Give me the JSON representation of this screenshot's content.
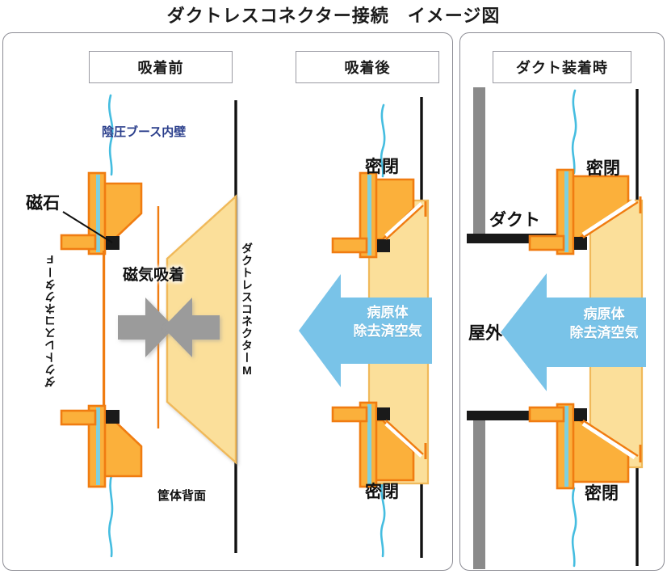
{
  "title": "ダクトレスコネクター接続　イメージ図",
  "panels": {
    "before": {
      "header": "吸着前",
      "labels": {
        "booth_wall": "陰圧ブース内壁",
        "magnet": "磁石",
        "connector_f": "ダクトレスコネクターF",
        "connector_m": "ダクトレスコネクターM",
        "magnetic_attraction": "磁気吸着",
        "housing_back": "筐体背面"
      }
    },
    "after": {
      "header": "吸着後",
      "labels": {
        "sealed_top": "密閉",
        "sealed_bottom": "密閉",
        "air_arrow": "病原体\n除去済空気"
      }
    },
    "duct": {
      "header": "ダクト装着時",
      "labels": {
        "sealed_top": "密閉",
        "sealed_bottom": "密閉",
        "duct": "ダクト",
        "outdoor": "屋外",
        "air_arrow": "病原体\n除去済空気"
      }
    }
  },
  "colors": {
    "connector_orange_fill": "#fbb03b",
    "connector_orange_stroke": "#f07c11",
    "connector_m_fill": "#fbdf9a",
    "connector_m_stroke": "#f0b95a",
    "booth_wall_line": "#45bde0",
    "magnet_black": "#1a1a1a",
    "air_arrow_blue": "#79c3e8",
    "magnet_arrow_gray": "#9b9b9b",
    "duct_black": "#191919",
    "post_gray": "#8a8a8a",
    "panel_border": "#8c8c94",
    "booth_label_blue": "#2b3f8c"
  }
}
